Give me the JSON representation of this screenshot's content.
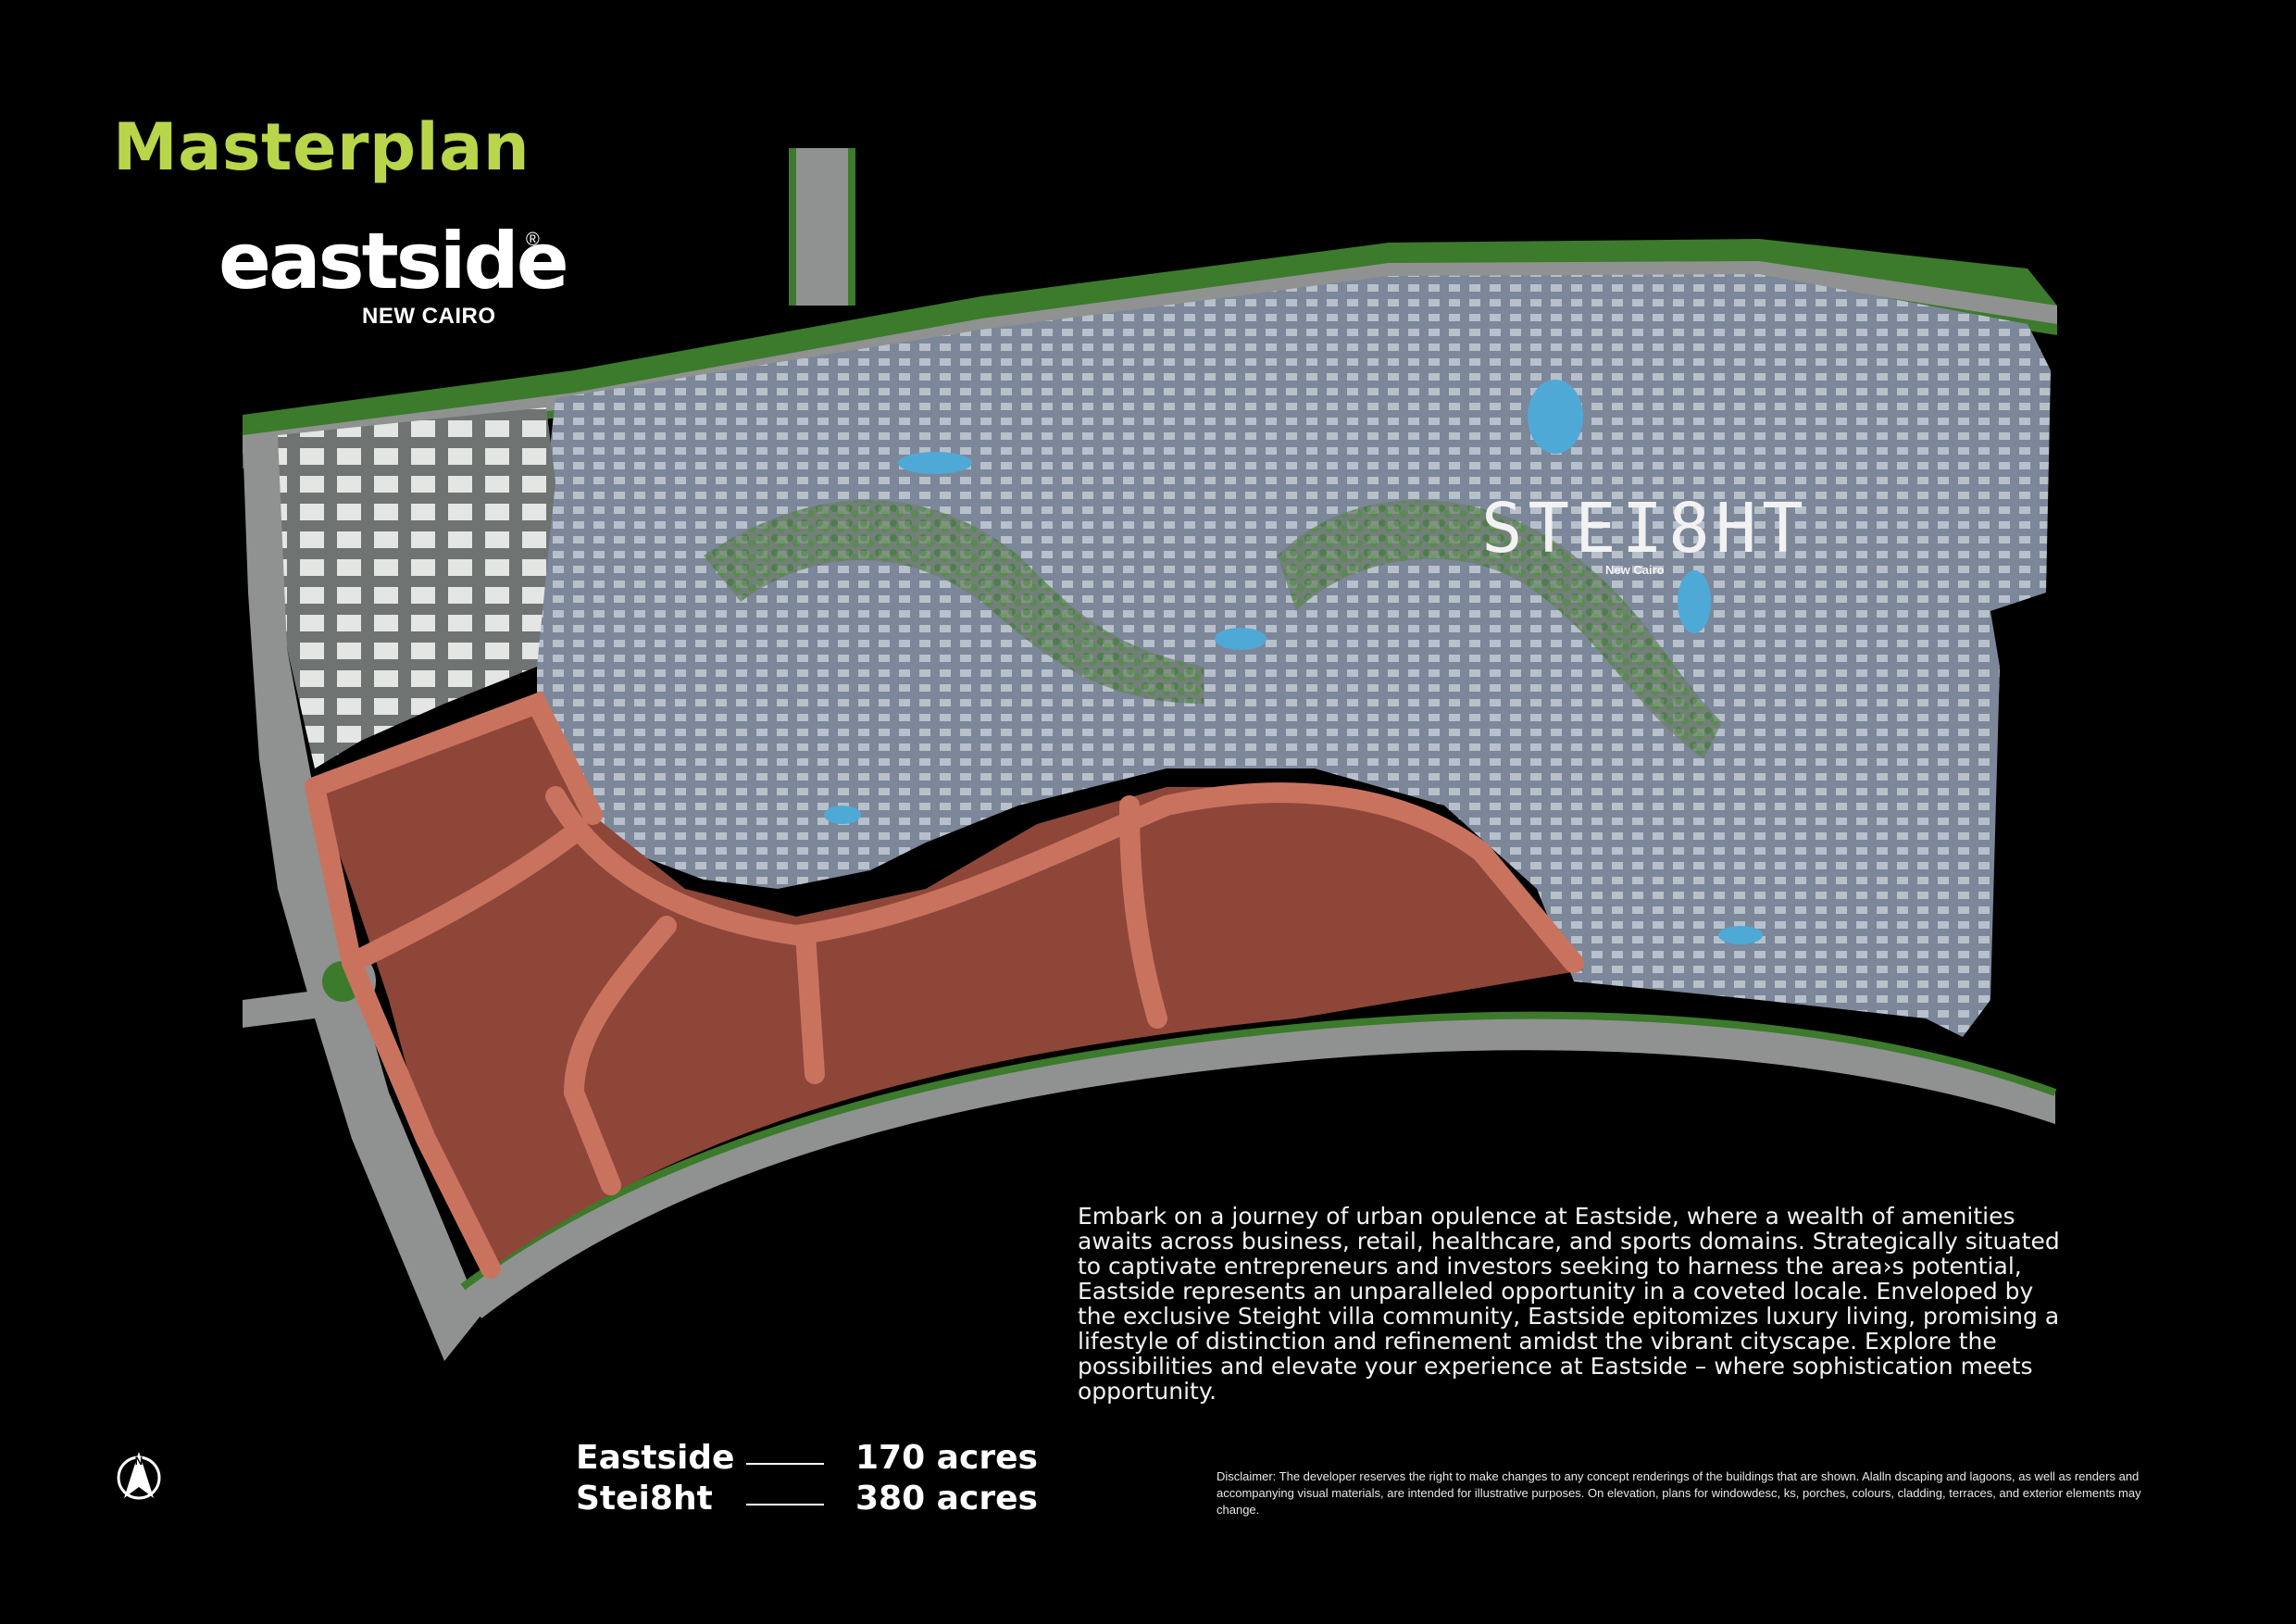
{
  "page": {
    "title": "Masterplan",
    "logo": {
      "word": "eastside",
      "registered": "®",
      "subtitle": "NEW CAIRO"
    },
    "map_labels": {
      "steight_logo": "STEI8HT",
      "steight_sub": "New Cairo"
    },
    "description": "Embark on a journey of urban opulence at Eastside, where a wealth of amenities awaits across business, retail, healthcare, and sports domains. Strategically situated to captivate entrepreneurs and investors seeking to harness the area›s potential, Eastside represents an unparalleled opportunity in a coveted locale. Enveloped by the exclusive Steight villa community, Eastside epitomizes luxury living, promising a lifestyle of distinction and refinement amidst the vibrant cityscape. Explore the possibilities and elevate your experience at Eastside – where sophistication meets opportunity.",
    "compass_letter": "N",
    "areas": [
      {
        "name": "Eastside",
        "value": "170 acres"
      },
      {
        "name": "Stei8ht",
        "value": "380 acres"
      }
    ],
    "disclaimer": "Disclaimer: The developer reserves the right to make changes to any concept renderings of the buildings that are shown. Alalln dscaping and lagoons, as well as renders and accompanying visual materials, are intended for illustrative purposes. On elevation, plans for windowdesc, ks, porches, colours, cladding, terraces, and exterior elements may change."
  },
  "colors": {
    "title": "#b9d64a",
    "eastside_zone": "#8e4639",
    "eastside_road": "#c9735f",
    "steight_zone": "#8b95a6",
    "road": "#8f9290",
    "tree": "#3c7a2c",
    "water": "#4fa9d6",
    "background": "#000000"
  }
}
